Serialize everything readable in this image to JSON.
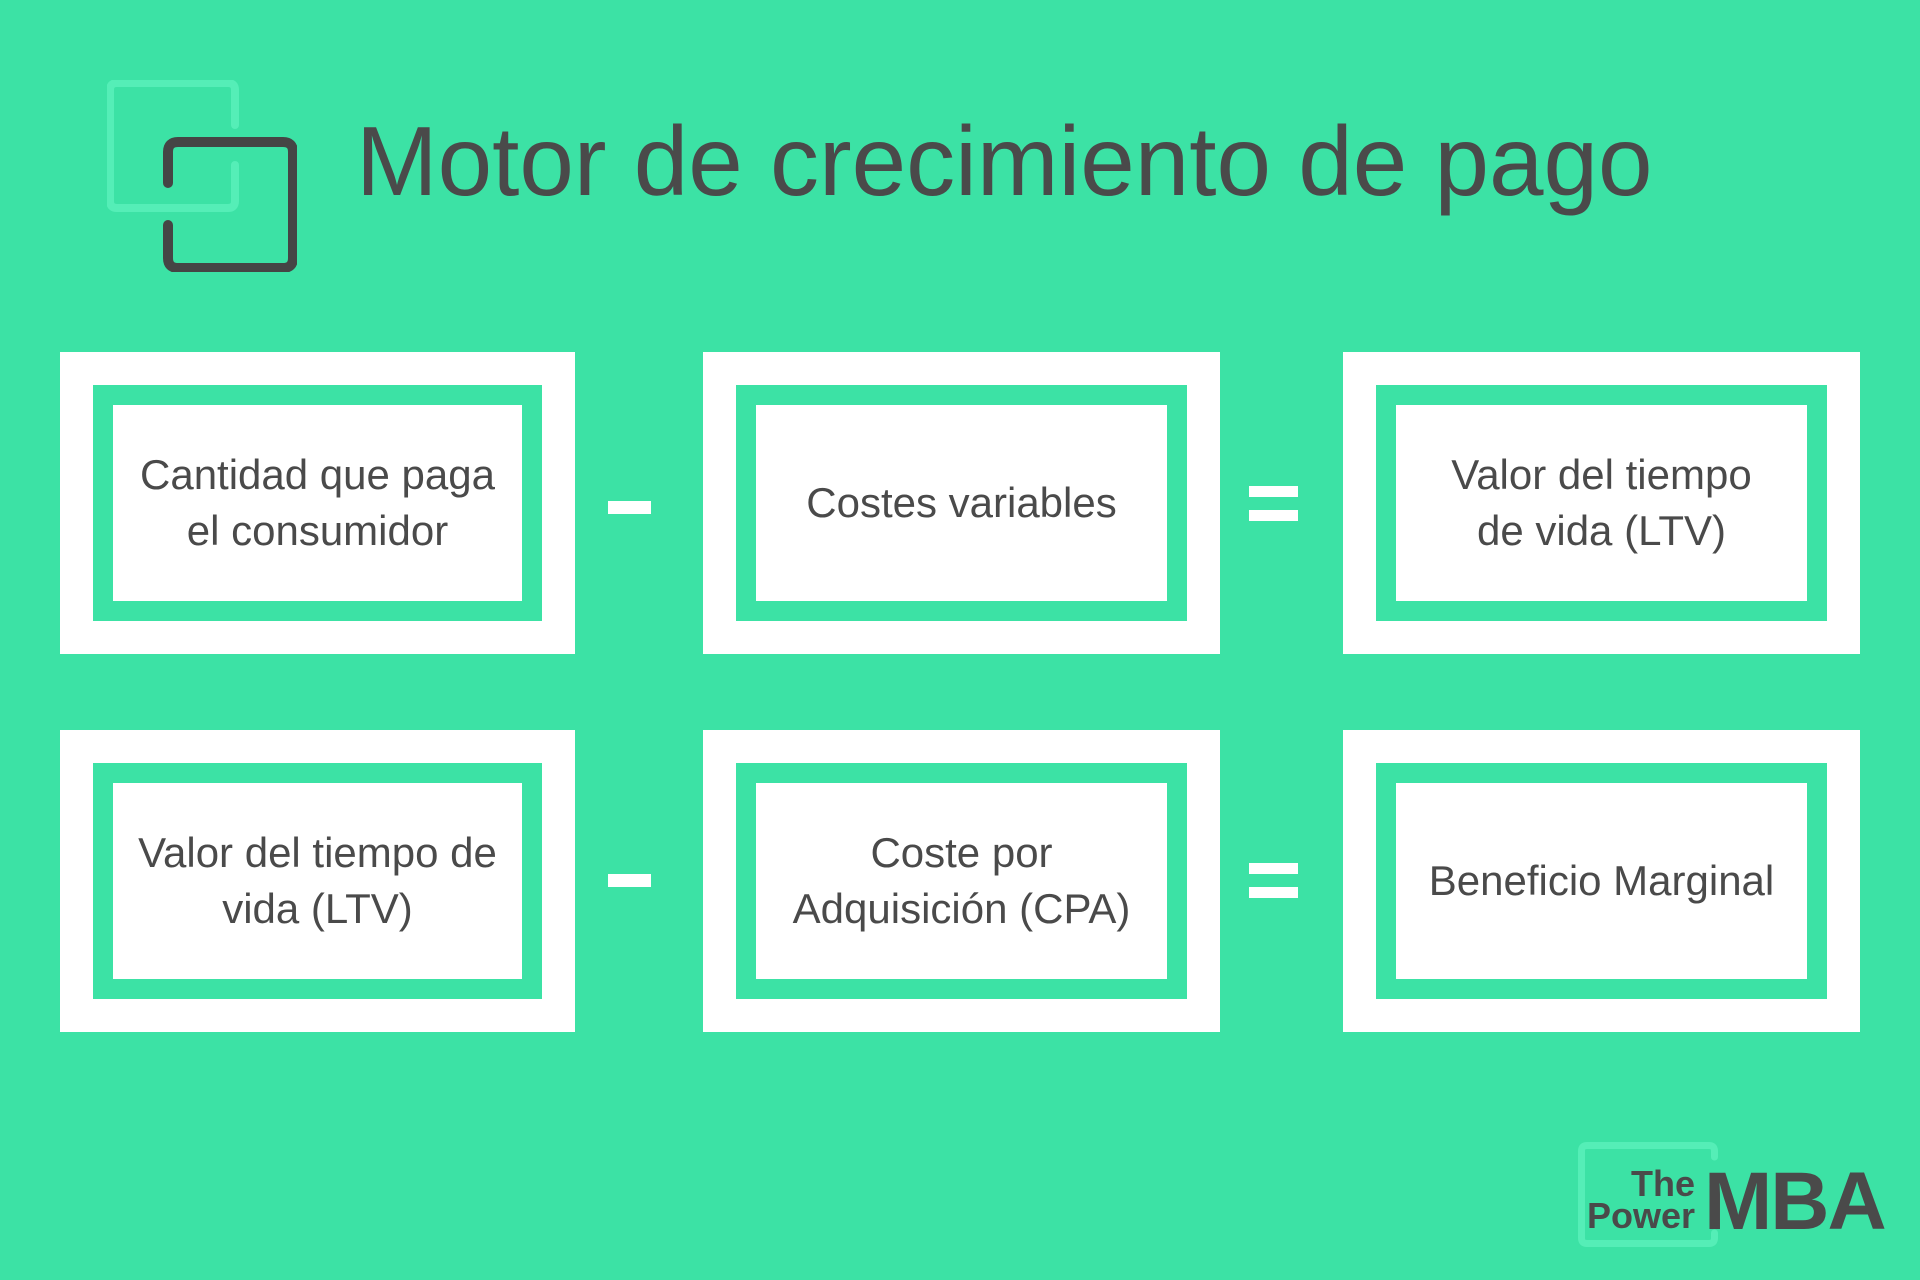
{
  "title": "Motor de crecimiento de pago",
  "colors": {
    "background": "#3CE2A5",
    "light_green": "#55EEB7",
    "dark_text": "#4A4A4A",
    "white": "#FFFFFF"
  },
  "icons": {
    "header_logo": "interlocking-squares",
    "footer_frame": "open-square-bracket"
  },
  "equations": [
    {
      "terms": [
        {
          "text": "Cantidad que paga\nel consumidor"
        },
        {
          "text": "Costes variables"
        },
        {
          "text": "Valor del tiempo\nde vida (LTV)"
        }
      ],
      "operators": {
        "minus": "−",
        "equals": "="
      }
    },
    {
      "terms": [
        {
          "text": "Valor del tiempo de\nvida (LTV)"
        },
        {
          "text": "Coste por\nAdquisición (CPA)"
        },
        {
          "text": "Beneficio Marginal"
        }
      ],
      "operators": {
        "minus": "−",
        "equals": "="
      }
    }
  ],
  "brand": {
    "the": "The",
    "power": "Power",
    "mba": "MBA"
  }
}
